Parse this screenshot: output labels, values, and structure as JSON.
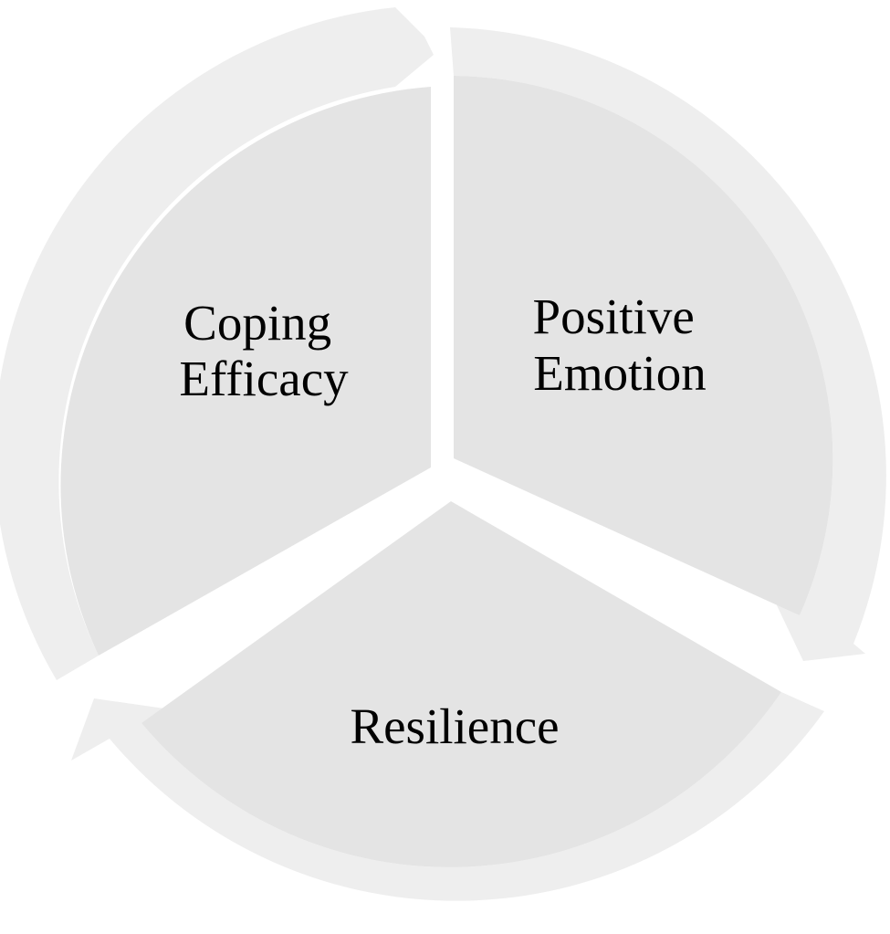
{
  "diagram": {
    "segments": [
      {
        "label_lines": [
          "Coping",
          "Efficacy"
        ]
      },
      {
        "label_lines": [
          "Positive",
          "Emotion"
        ]
      },
      {
        "label_lines": [
          "Resilience"
        ]
      }
    ],
    "colors": {
      "background": "#ffffff",
      "segment_fill": "#e4e4e4",
      "ring_arrow_fill": "#eeeeee",
      "label_text": "#000000"
    }
  }
}
